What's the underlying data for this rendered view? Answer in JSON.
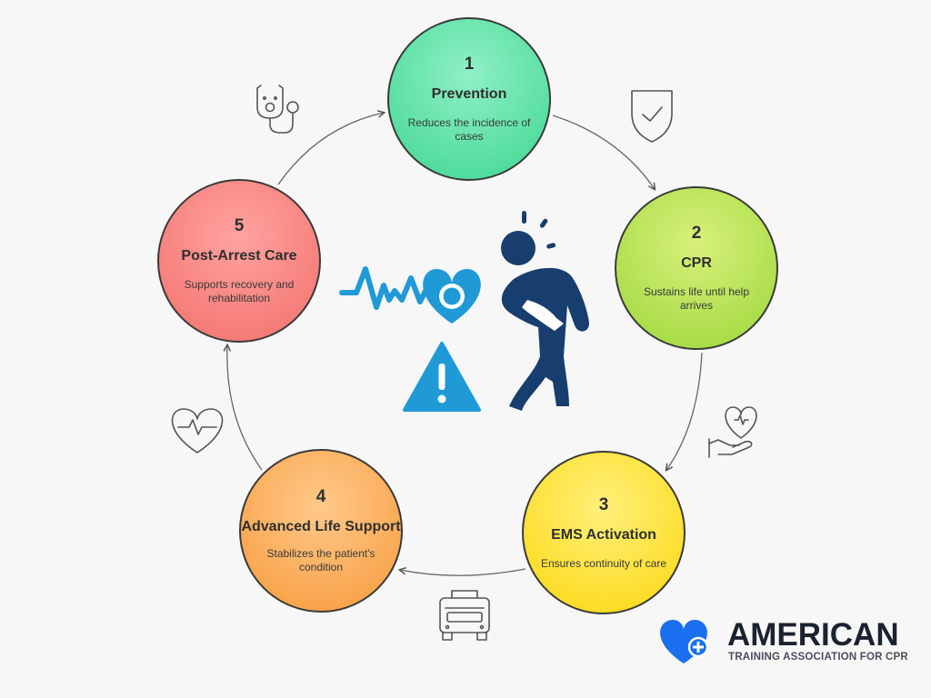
{
  "steps": [
    {
      "number": "1",
      "title": "Prevention",
      "description": "Reduces the incidence of cases",
      "color": "#3ed68f",
      "icon": "stethoscope-icon"
    },
    {
      "number": "2",
      "title": "CPR",
      "description": "Sustains life until help arrives",
      "color": "#9bd73a",
      "icon": "shield-check-icon"
    },
    {
      "number": "3",
      "title": "EMS Activation",
      "description": "Ensures continuity of care",
      "color": "#fbd70e",
      "icon": "hand-heart-icon"
    },
    {
      "number": "4",
      "title": "Advanced Life Support",
      "description": "Stabilizes the patient's condition",
      "color": "#f79a3a",
      "icon": "ambulance-icon"
    },
    {
      "number": "5",
      "title": "Post-Arrest Care",
      "description": "Supports recovery and rehabilitation",
      "color": "#f26f6a",
      "icon": "heart-pulse-icon"
    }
  ],
  "center": {
    "icons": [
      "heartbeat-line-icon",
      "heart-icon",
      "warning-icon",
      "person-chest-pain-icon"
    ],
    "accent_color": "#1f9ad6",
    "figure_color": "#173e6e"
  },
  "logo": {
    "name": "AMERICAN",
    "tagline": "TRAINING ASSOCIATION FOR CPR",
    "brand_color": "#1a6ff0"
  }
}
